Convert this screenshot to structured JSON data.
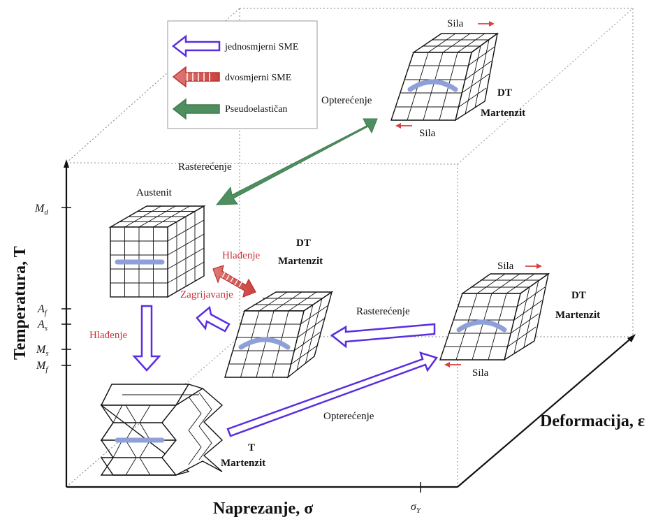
{
  "legend": {
    "items": [
      {
        "label": "jednosmjerni SME",
        "fill": "#ffffff",
        "stroke": "#5a2de0"
      },
      {
        "label": "dvosmjerni SME",
        "fill": "#d9534f",
        "stroke": "#b8322f"
      },
      {
        "label": "Pseudoelastičan",
        "fill": "#4f8f5f",
        "stroke": "#3d7a4c"
      }
    ]
  },
  "axes": {
    "y_title": "Temperatura, T",
    "x_title": "Naprezanje, σ",
    "z_title": "Deformacija, ε",
    "y_ticks": [
      "M",
      "A",
      "A",
      "M",
      "M"
    ],
    "y_tick_subs": [
      "d",
      "f",
      "s",
      "s",
      "f"
    ],
    "x_tick": "σ",
    "x_tick_sub": "Y"
  },
  "labels": {
    "austenit": "Austenit",
    "t_martenzit_1": "T",
    "t_martenzit_2": "Martenzit",
    "dt_center_1": "DT",
    "dt_center_2": "Martenzit",
    "dt_right_1": "DT",
    "dt_right_2": "Martenzit",
    "dt_top_1": "DT",
    "dt_top_2": "Martenzit",
    "hladjenje_left": "Hlađenje",
    "hladjenje_center": "Hlađenje",
    "zagrijavanje": "Zagrijavanje",
    "rasterecenje_middle": "Rasterećenje",
    "rasterecenje_top": "Rasterećenje",
    "opterecenje_bottom": "Opterećenje",
    "opterecenje_top": "Opterećenje",
    "sila_top_upper": "Sila",
    "sila_top_lower": "Sila",
    "sila_right_upper": "Sila",
    "sila_right_lower": "Sila"
  },
  "colors": {
    "one_way": "#5a2de0",
    "two_way": "#d9534f",
    "pseudo": "#4f8f5f",
    "force": "#d94040",
    "crystal_line": "#8fa0d8"
  }
}
